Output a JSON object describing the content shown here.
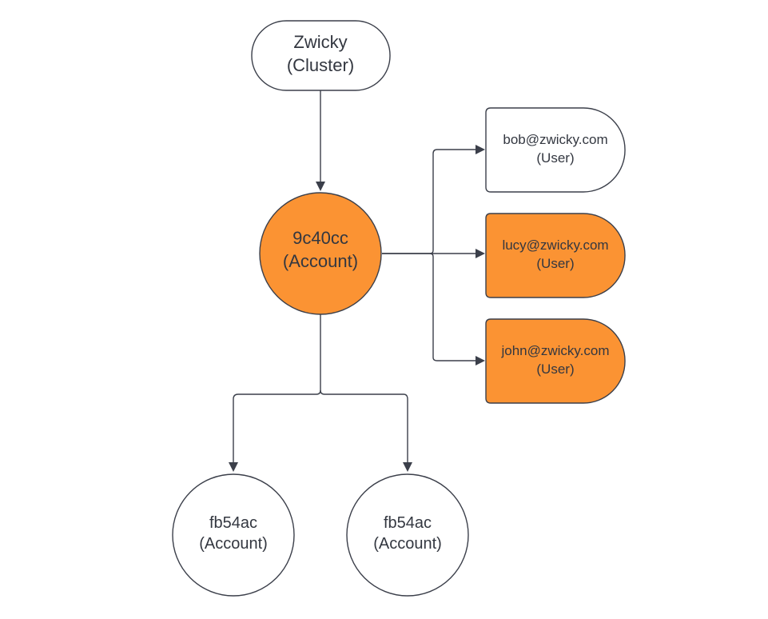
{
  "colors": {
    "highlight_fill": "#fb9333",
    "plain_fill": "#ffffff",
    "stroke": "#3b3f4a",
    "text": "#333740"
  },
  "nodes": {
    "cluster": {
      "line1": "Zwicky",
      "line2": "(Cluster)",
      "highlighted": false
    },
    "account_main": {
      "line1": "9c40cc",
      "line2": "(Account)",
      "highlighted": true
    },
    "user_bob": {
      "line1": "bob@zwicky.com",
      "line2": "(User)",
      "highlighted": false
    },
    "user_lucy": {
      "line1": "lucy@zwicky.com",
      "line2": "(User)",
      "highlighted": true
    },
    "user_john": {
      "line1": "john@zwicky.com",
      "line2": "(User)",
      "highlighted": true
    },
    "account_child_left": {
      "line1": "fb54ac",
      "line2": "(Account)",
      "highlighted": false
    },
    "account_child_right": {
      "line1": "fb54ac",
      "line2": "(Account)",
      "highlighted": false
    }
  },
  "edges": [
    {
      "from": "cluster",
      "to": "account_main"
    },
    {
      "from": "account_main",
      "to": "user_bob"
    },
    {
      "from": "account_main",
      "to": "user_lucy"
    },
    {
      "from": "account_main",
      "to": "user_john"
    },
    {
      "from": "account_main",
      "to": "account_child_left"
    },
    {
      "from": "account_main",
      "to": "account_child_right"
    }
  ]
}
